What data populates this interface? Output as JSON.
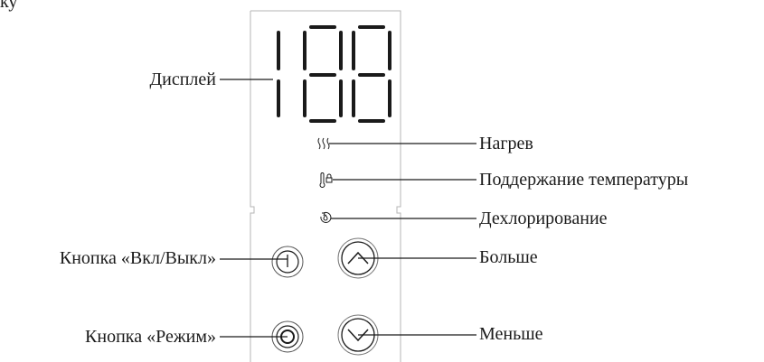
{
  "top_fragment": "ку",
  "display": {
    "digits": "188",
    "label": "Дисплей"
  },
  "indicators": [
    {
      "icon": "heating-icon",
      "label": "Нагрев"
    },
    {
      "icon": "thermometer-icon",
      "label": "Поддержание температуры"
    },
    {
      "icon": "dechlorination-icon",
      "label": "Дехлорирование"
    }
  ],
  "buttons": {
    "power": {
      "icon": "power-icon",
      "label": "Кнопка «Вкл/Выкл»"
    },
    "mode": {
      "icon": "mode-icon",
      "label": "Кнопка «Режим»"
    },
    "up": {
      "icon": "chevron-up-icon",
      "label": "Больше"
    },
    "down": {
      "icon": "chevron-down-icon",
      "label": "Меньше"
    }
  }
}
